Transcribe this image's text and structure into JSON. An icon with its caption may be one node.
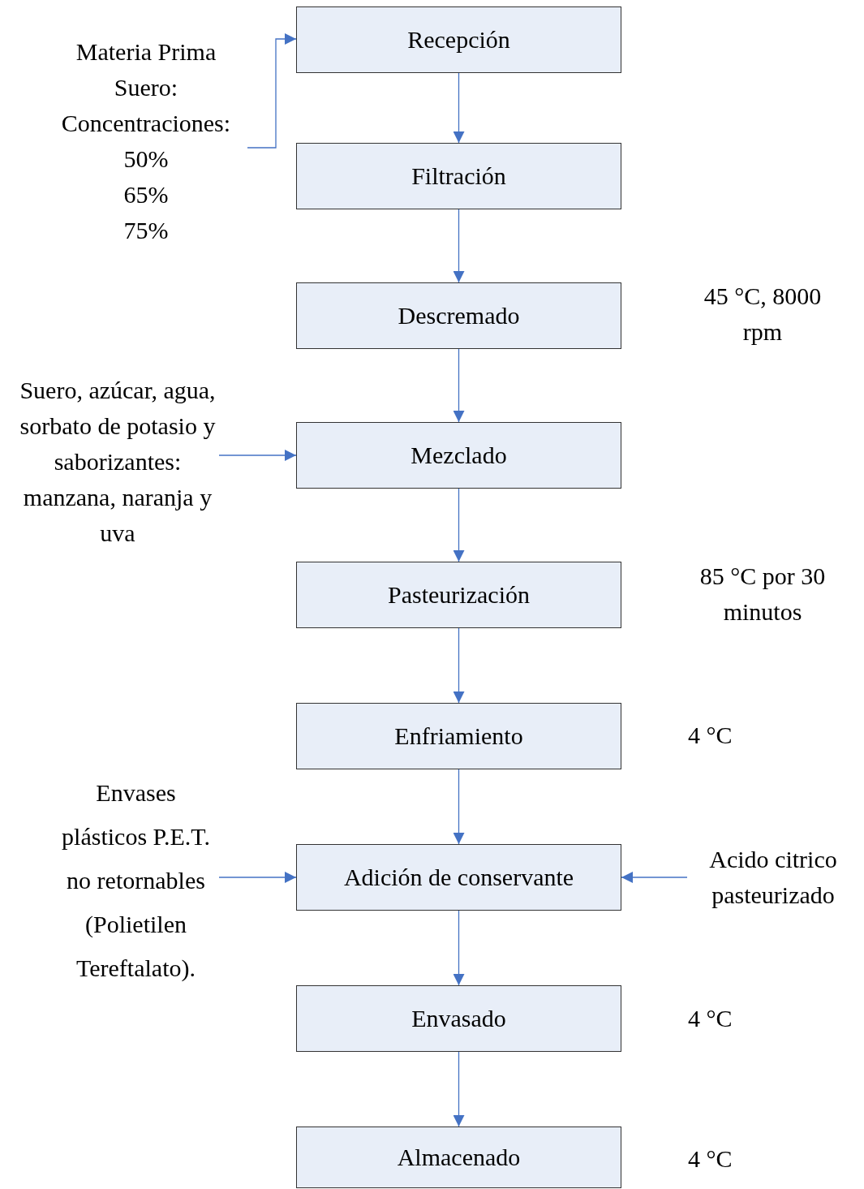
{
  "diagram": {
    "nodes": [
      {
        "text": [
          "Recepción"
        ]
      },
      {
        "text": [
          "Filtración"
        ]
      },
      {
        "text": [
          "Descremado"
        ],
        "beside": [
          "45 °C, 8000 rpm"
        ]
      },
      {
        "text": [
          "Mezclado"
        ]
      },
      {
        "text": [
          "Pasteurización"
        ],
        "beside": [
          "85 °C por 30 minutos"
        ]
      },
      {
        "text": [
          "Enfriamiento"
        ],
        "beside": [
          "4 °C"
        ]
      },
      {
        "text": [
          "Adición de conservante"
        ]
      },
      {
        "text": [
          "Envasado"
        ],
        "beside": [
          "4 °C"
        ]
      },
      {
        "text": [
          "Almacenado"
        ],
        "beside": [
          "4 °C"
        ]
      },
      {
        "text": [
          "Materia Prima",
          "Suero:",
          "Concentraciones:",
          "50%",
          "65%",
          "75%"
        ]
      },
      {
        "text": [
          "Suero, azúcar, agua, sorbato de potasio y saborizantes: manzana, naranja y uva"
        ]
      },
      {
        "text": [
          "Envases plásticos P.E.T. no retornables (Polietilen Tereftalato)."
        ]
      },
      {
        "text": [
          "Acido citrico pasteurizado"
        ]
      }
    ],
    "edges": [
      {
        "from": 0,
        "to": 1,
        "arrow": "to"
      },
      {
        "from": 1,
        "to": 2,
        "arrow": "to"
      },
      {
        "from": 2,
        "to": 3,
        "arrow": "to"
      },
      {
        "from": 3,
        "to": 4,
        "arrow": "to"
      },
      {
        "from": 4,
        "to": 5,
        "arrow": "to"
      },
      {
        "from": 5,
        "to": 6,
        "arrow": "to"
      },
      {
        "from": 6,
        "to": 7,
        "arrow": "to"
      },
      {
        "from": 7,
        "to": 8,
        "arrow": "to"
      },
      {
        "from": 9,
        "to": 0,
        "arrow": "to"
      },
      {
        "from": 10,
        "to": 3,
        "arrow": "to"
      },
      {
        "from": 11,
        "to": 6,
        "arrow": "to"
      },
      {
        "from": 12,
        "to": 6,
        "arrow": "to"
      }
    ]
  }
}
